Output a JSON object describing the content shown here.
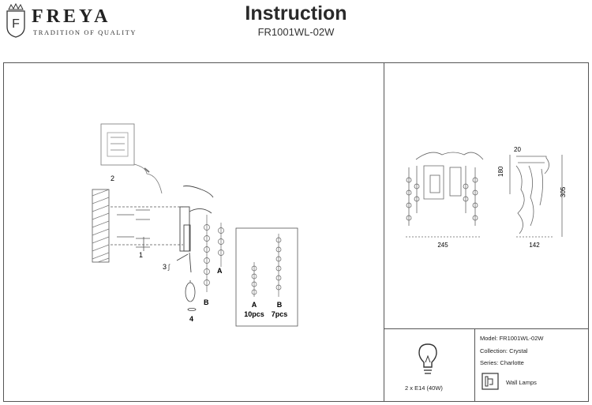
{
  "brand": {
    "name": "FREYA",
    "tagline": "TRADITION OF QUALITY",
    "logo_letter": "F"
  },
  "header": {
    "title": "Instruction",
    "model": "FR1001WL-02W"
  },
  "assembly": {
    "callouts": {
      "mounting_plate": "2",
      "screws": "1",
      "cover": "3",
      "bulb": "4",
      "strand_a": "A",
      "strand_b": "B"
    },
    "strands": {
      "a_label": "A",
      "a_count": "10pcs",
      "b_label": "B",
      "b_count": "7pcs"
    }
  },
  "dimensions": {
    "width": "245",
    "depth": "142",
    "top": "20",
    "body_height": "180",
    "total_height": "305"
  },
  "specs": {
    "model": "Model: FR1001WL-02W",
    "collection": "Collection: Crystal",
    "series": "Series: Charlotte",
    "type": "Wall Lamps",
    "bulb": "2 x E14 (40W)"
  },
  "icons": [
    "freya-logo-icon",
    "bulb-icon",
    "wall-lamp-icon"
  ]
}
